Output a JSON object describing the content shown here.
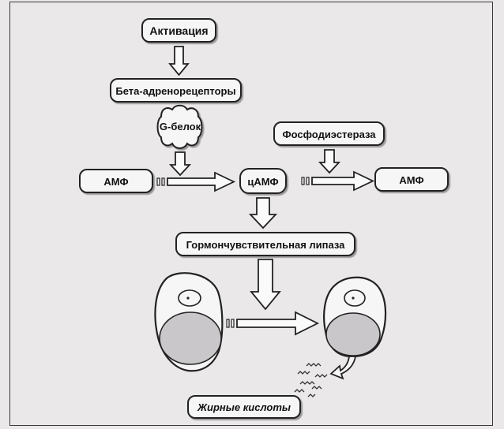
{
  "colors": {
    "stroke": "#2a2a2a",
    "box_fill": "#f7f6f7",
    "lipid_fill": "#c9c7c9",
    "paper": "#ebe8ea"
  },
  "nodes": {
    "activation": "Активация",
    "beta_receptors": "Бета-адренорецепторы",
    "g_protein": "G-белок",
    "amp_left": "АМФ",
    "camp": "цАМФ",
    "phosphodiesterase": "Фосфодиэстераза",
    "amp_right": "АМФ",
    "lipase": "Гормончувствительная липаза",
    "fatty_acids": "Жирные кислоты"
  }
}
